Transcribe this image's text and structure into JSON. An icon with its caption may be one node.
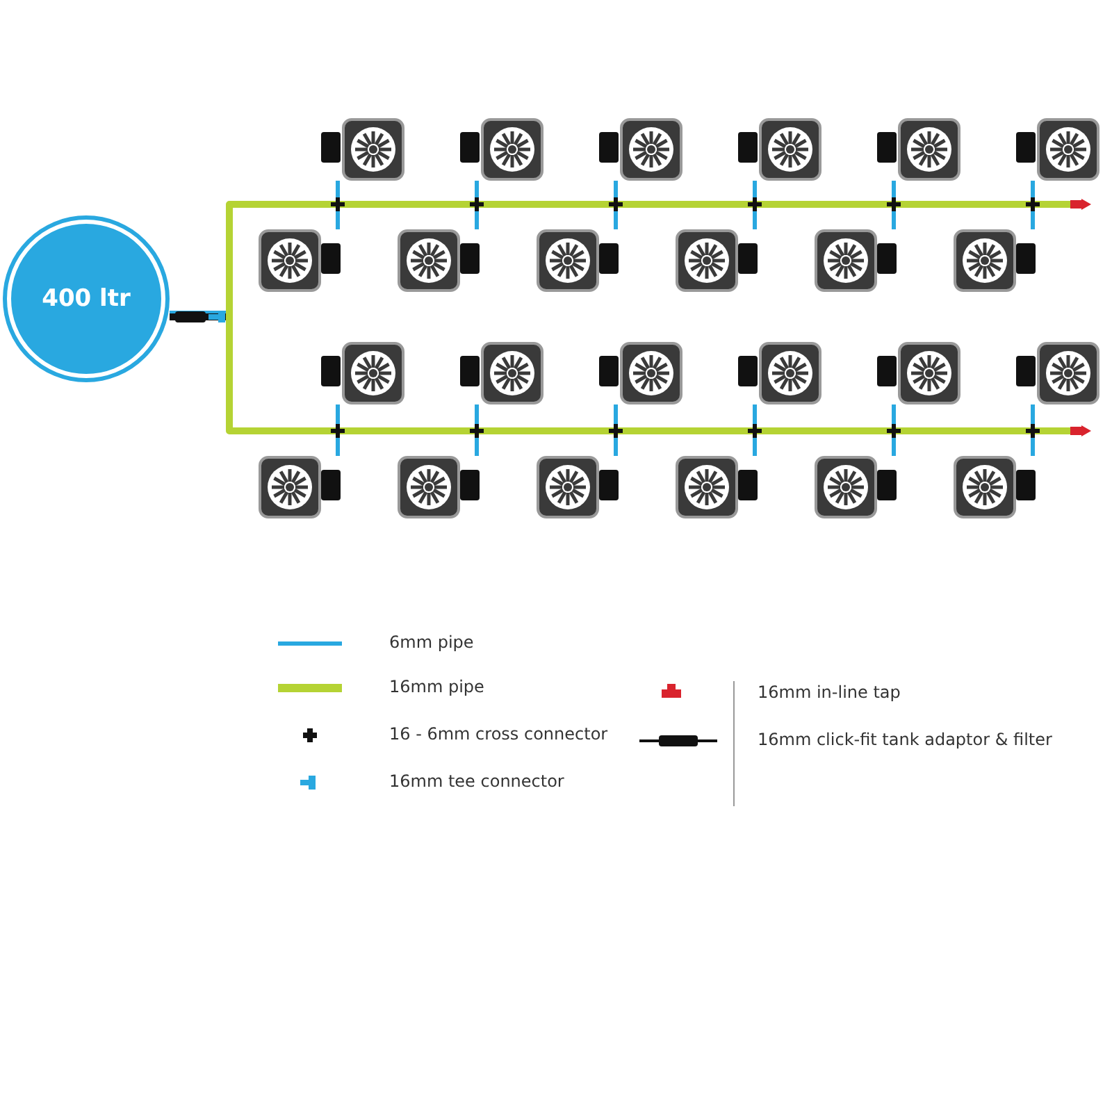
{
  "diagram": {
    "nodes": [
      {
        "text": [
          "400 ltr"
        ]
      },
      {
        "text": [],
        "shape": "box"
      },
      {
        "text": [],
        "shape": "box"
      },
      {
        "text": [],
        "shape": "box"
      },
      {
        "text": [],
        "shape": "box"
      },
      {
        "text": [],
        "shape": "box"
      },
      {
        "text": [],
        "shape": "box"
      },
      {
        "text": [],
        "shape": "box"
      },
      {
        "text": [],
        "shape": "box"
      },
      {
        "text": [],
        "shape": "box"
      },
      {
        "text": [],
        "shape": "box"
      },
      {
        "text": [],
        "shape": "box"
      },
      {
        "text": [],
        "shape": "box"
      },
      {
        "text": [],
        "shape": "box"
      },
      {
        "text": [],
        "shape": "box"
      },
      {
        "text": [],
        "shape": "box"
      },
      {
        "text": [],
        "shape": "box"
      },
      {
        "text": [],
        "shape": "box"
      },
      {
        "text": [],
        "shape": "box"
      },
      {
        "text": [],
        "shape": "box"
      },
      {
        "text": [],
        "shape": "box"
      },
      {
        "text": [],
        "shape": "box"
      },
      {
        "text": [],
        "shape": "box"
      },
      {
        "text": [],
        "shape": "box"
      },
      {
        "text": [],
        "shape": "box"
      }
    ],
    "edges": [
      {
        "from": 0,
        "to": 1,
        "arrow": "none"
      },
      {
        "from": 0,
        "to": 2,
        "arrow": "none"
      },
      {
        "from": 0,
        "to": 3,
        "arrow": "none"
      },
      {
        "from": 0,
        "to": 4,
        "arrow": "none"
      },
      {
        "from": 0,
        "to": 5,
        "arrow": "none"
      },
      {
        "from": 0,
        "to": 6,
        "arrow": "none"
      },
      {
        "from": 0,
        "to": 7,
        "arrow": "none"
      },
      {
        "from": 0,
        "to": 8,
        "arrow": "none"
      },
      {
        "from": 0,
        "to": 9,
        "arrow": "none"
      },
      {
        "from": 0,
        "to": 10,
        "arrow": "none"
      },
      {
        "from": 0,
        "to": 11,
        "arrow": "none"
      },
      {
        "from": 0,
        "to": 12,
        "arrow": "none"
      },
      {
        "from": 0,
        "to": 13,
        "arrow": "none"
      },
      {
        "from": 0,
        "to": 14,
        "arrow": "none"
      },
      {
        "from": 0,
        "to": 15,
        "arrow": "none"
      },
      {
        "from": 0,
        "to": 16,
        "arrow": "none"
      },
      {
        "from": 0,
        "to": 17,
        "arrow": "none"
      },
      {
        "from": 0,
        "to": 18,
        "arrow": "none"
      },
      {
        "from": 0,
        "to": 19,
        "arrow": "none"
      },
      {
        "from": 0,
        "to": 20,
        "arrow": "none"
      },
      {
        "from": 0,
        "to": 21,
        "arrow": "none"
      },
      {
        "from": 0,
        "to": 22,
        "arrow": "none"
      },
      {
        "from": 0,
        "to": 23,
        "arrow": "none"
      },
      {
        "from": 0,
        "to": 24,
        "arrow": "none"
      }
    ],
    "legend": [
      {
        "text": "6mm pipe"
      },
      {
        "text": "16mm pipe"
      },
      {
        "text": "16 - 6mm cross connector"
      },
      {
        "text": "16mm tee connector"
      },
      {
        "text": "16mm in-line tap"
      },
      {
        "text": "16mm click-fit tank adaptor & filter"
      }
    ]
  }
}
